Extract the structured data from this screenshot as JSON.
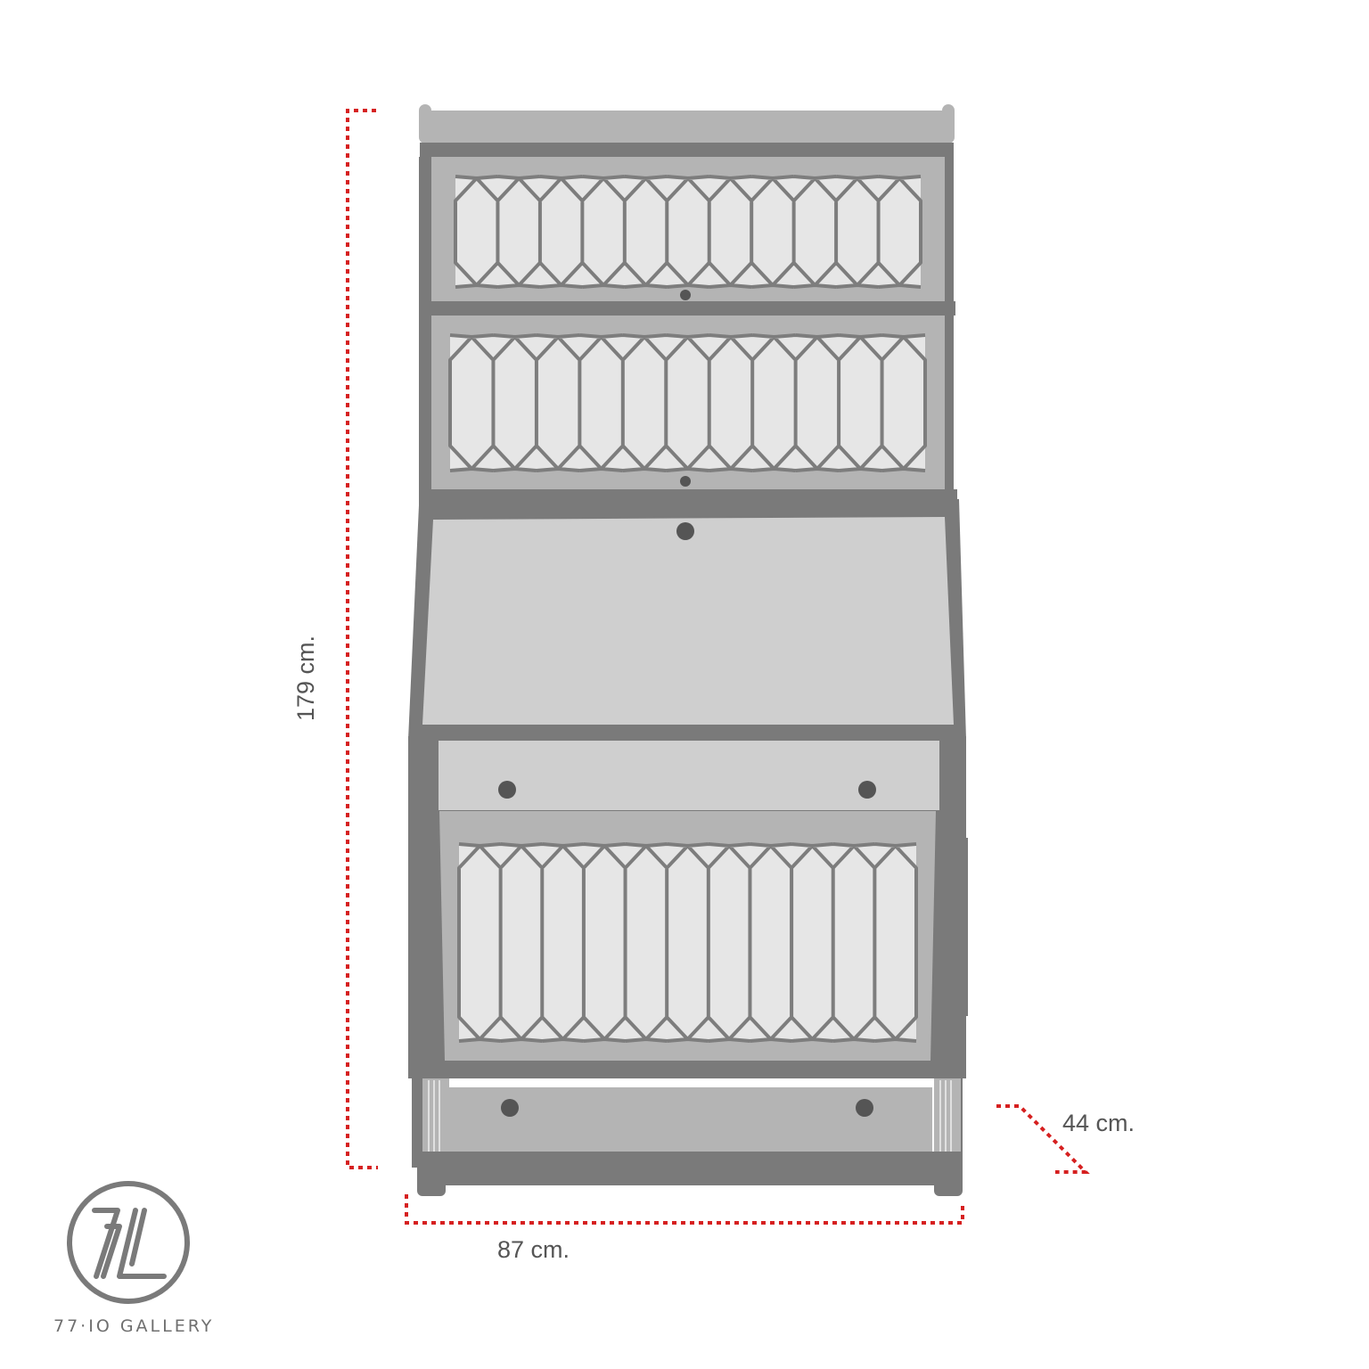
{
  "dimensions": {
    "height_label": "179 cm.",
    "width_label": "87 cm.",
    "depth_label": "44 cm."
  },
  "brand": {
    "monogram": "7L",
    "name": "77·IO GALLERY"
  },
  "colors": {
    "dimension_line": "#d62020",
    "furniture_dark": "#7a7a7a",
    "furniture_mid": "#b4b4b4",
    "furniture_light": "#cfcfcf",
    "glass": "#e6e6e6",
    "label_text": "#555555"
  },
  "furniture": {
    "glazed_doors": 3,
    "drawers": 2,
    "lattice_columns": 11
  }
}
